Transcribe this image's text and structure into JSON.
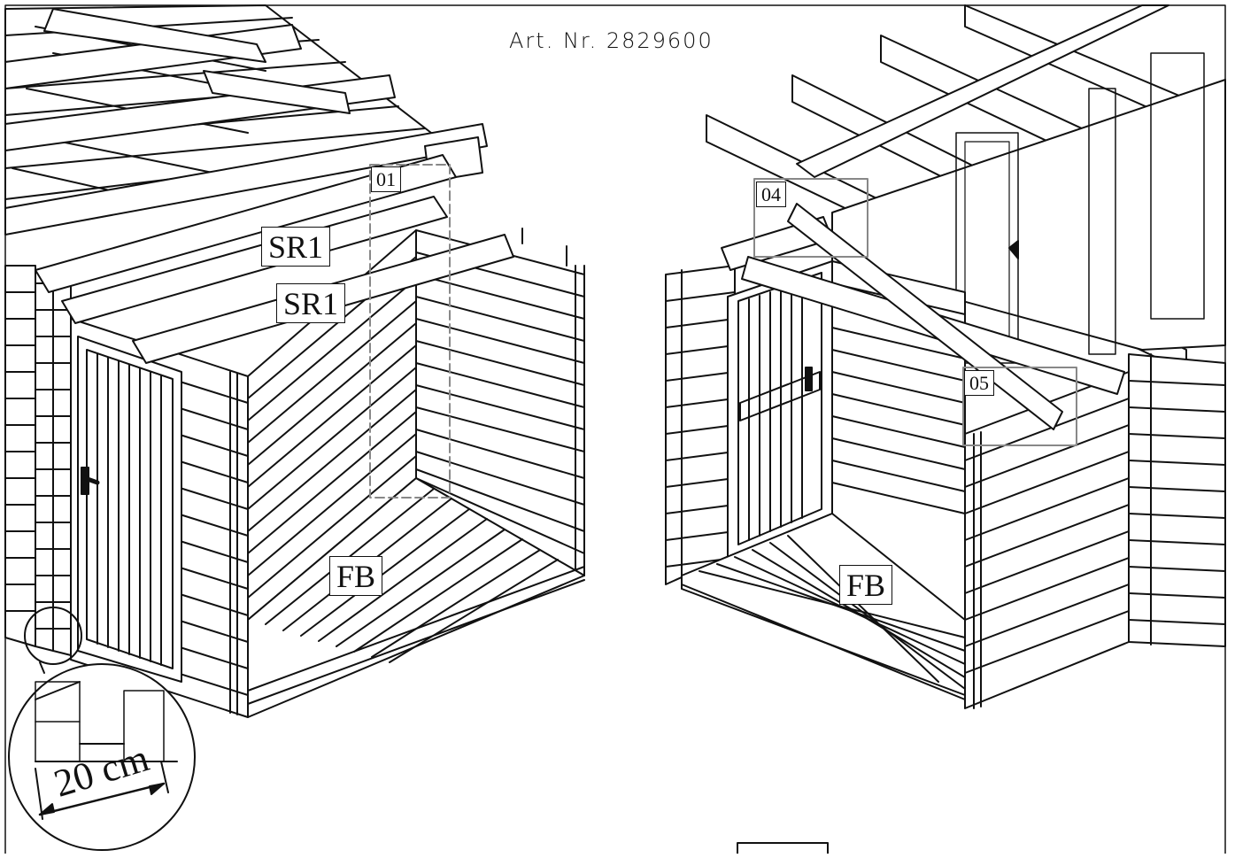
{
  "header": {
    "article_number": "Art. Nr. 2829600"
  },
  "labels": {
    "sr1_top": "SR1",
    "sr1_bottom": "SR1",
    "fb_left": "FB",
    "fb_right": "FB",
    "detail_01": "01",
    "detail_04": "04",
    "detail_05": "05"
  },
  "inset": {
    "dimension": "20 cm"
  },
  "colors": {
    "line": "#111111",
    "detail_box": "#888888",
    "background": "#ffffff"
  }
}
